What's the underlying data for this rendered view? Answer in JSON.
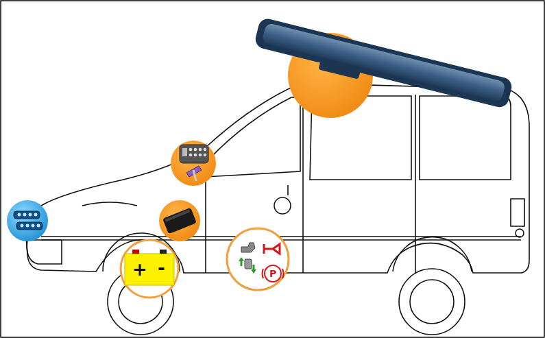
{
  "diagram": {
    "labels": [
      "+",
      "-",
      "P"
    ]
  }
}
